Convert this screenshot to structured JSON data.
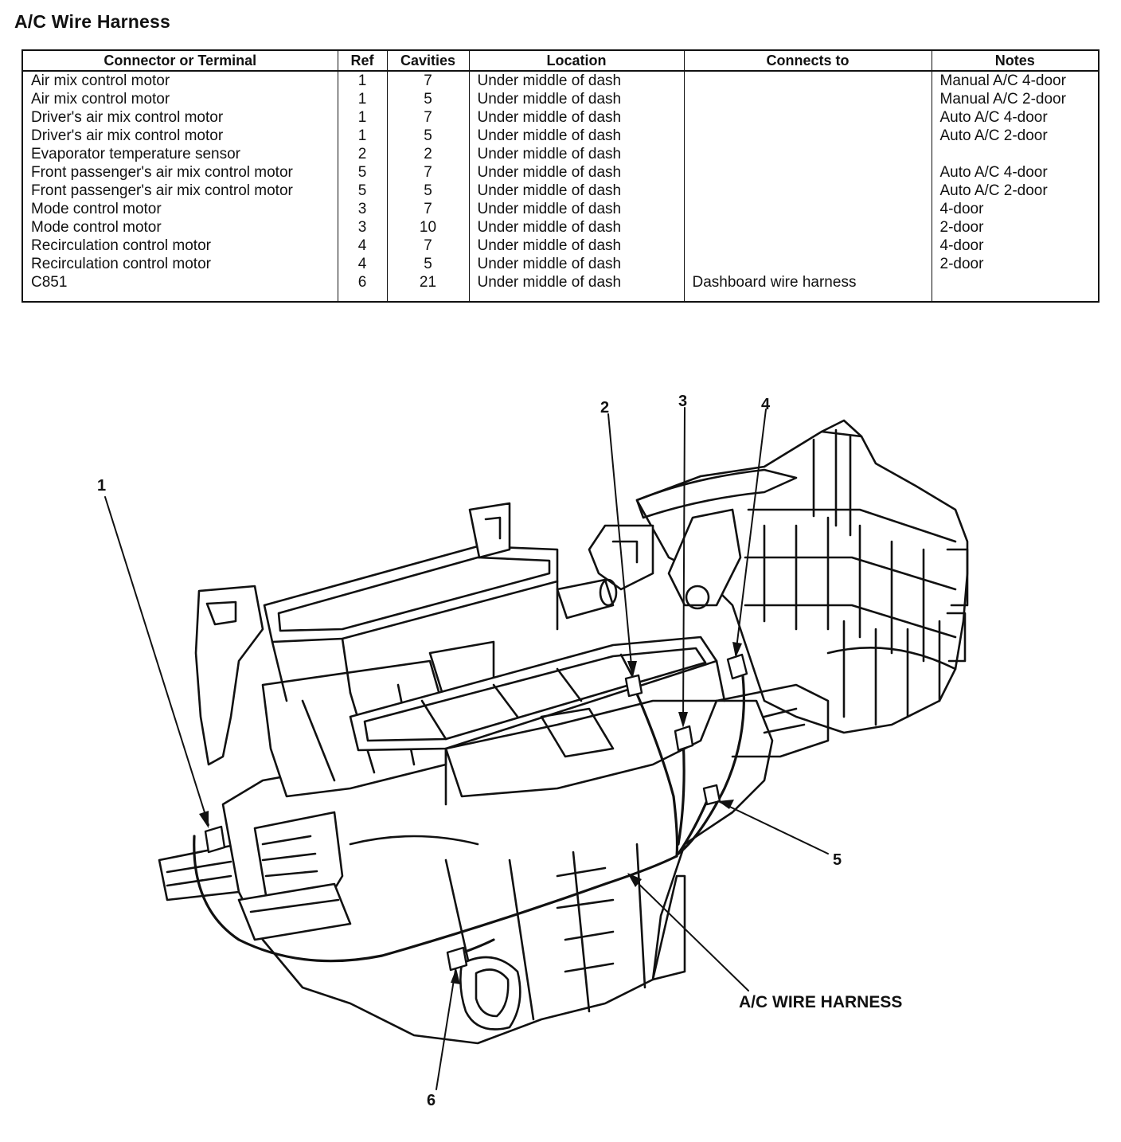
{
  "title": "A/C Wire Harness",
  "table": {
    "headers": [
      "Connector or Terminal",
      "Ref",
      "Cavities",
      "Location",
      "Connects to",
      "Notes"
    ],
    "rows": [
      [
        "Air mix control motor",
        "1",
        "7",
        "Under middle of dash",
        "",
        "Manual A/C 4-door"
      ],
      [
        "Air mix control motor",
        "1",
        "5",
        "Under middle of dash",
        "",
        "Manual A/C 2-door"
      ],
      [
        "Driver's air mix control motor",
        "1",
        "7",
        "Under middle of dash",
        "",
        "Auto A/C 4-door"
      ],
      [
        "Driver's air mix control motor",
        "1",
        "5",
        "Under middle of dash",
        "",
        "Auto A/C 2-door"
      ],
      [
        "Evaporator temperature sensor",
        "2",
        "2",
        "Under middle of dash",
        "",
        ""
      ],
      [
        "Front passenger's air mix control motor",
        "5",
        "7",
        "Under middle of dash",
        "",
        "Auto A/C 4-door"
      ],
      [
        "Front passenger's air mix control motor",
        "5",
        "5",
        "Under middle of dash",
        "",
        "Auto A/C 2-door"
      ],
      [
        "Mode control motor",
        "3",
        "7",
        "Under middle of dash",
        "",
        "4-door"
      ],
      [
        "Mode control motor",
        "3",
        "10",
        "Under middle of dash",
        "",
        "2-door"
      ],
      [
        "Recirculation control motor",
        "4",
        "7",
        "Under middle of dash",
        "",
        "4-door"
      ],
      [
        "Recirculation control motor",
        "4",
        "5",
        "Under middle of dash",
        "",
        "2-door"
      ],
      [
        "C851",
        "6",
        "21",
        "Under middle of dash",
        "Dashboard wire harness",
        ""
      ]
    ]
  },
  "diagram": {
    "callouts": {
      "c1": "1",
      "c2": "2",
      "c3": "3",
      "c4": "4",
      "c5": "5",
      "c6": "6"
    },
    "harness_label": "A/C WIRE HARNESS"
  }
}
